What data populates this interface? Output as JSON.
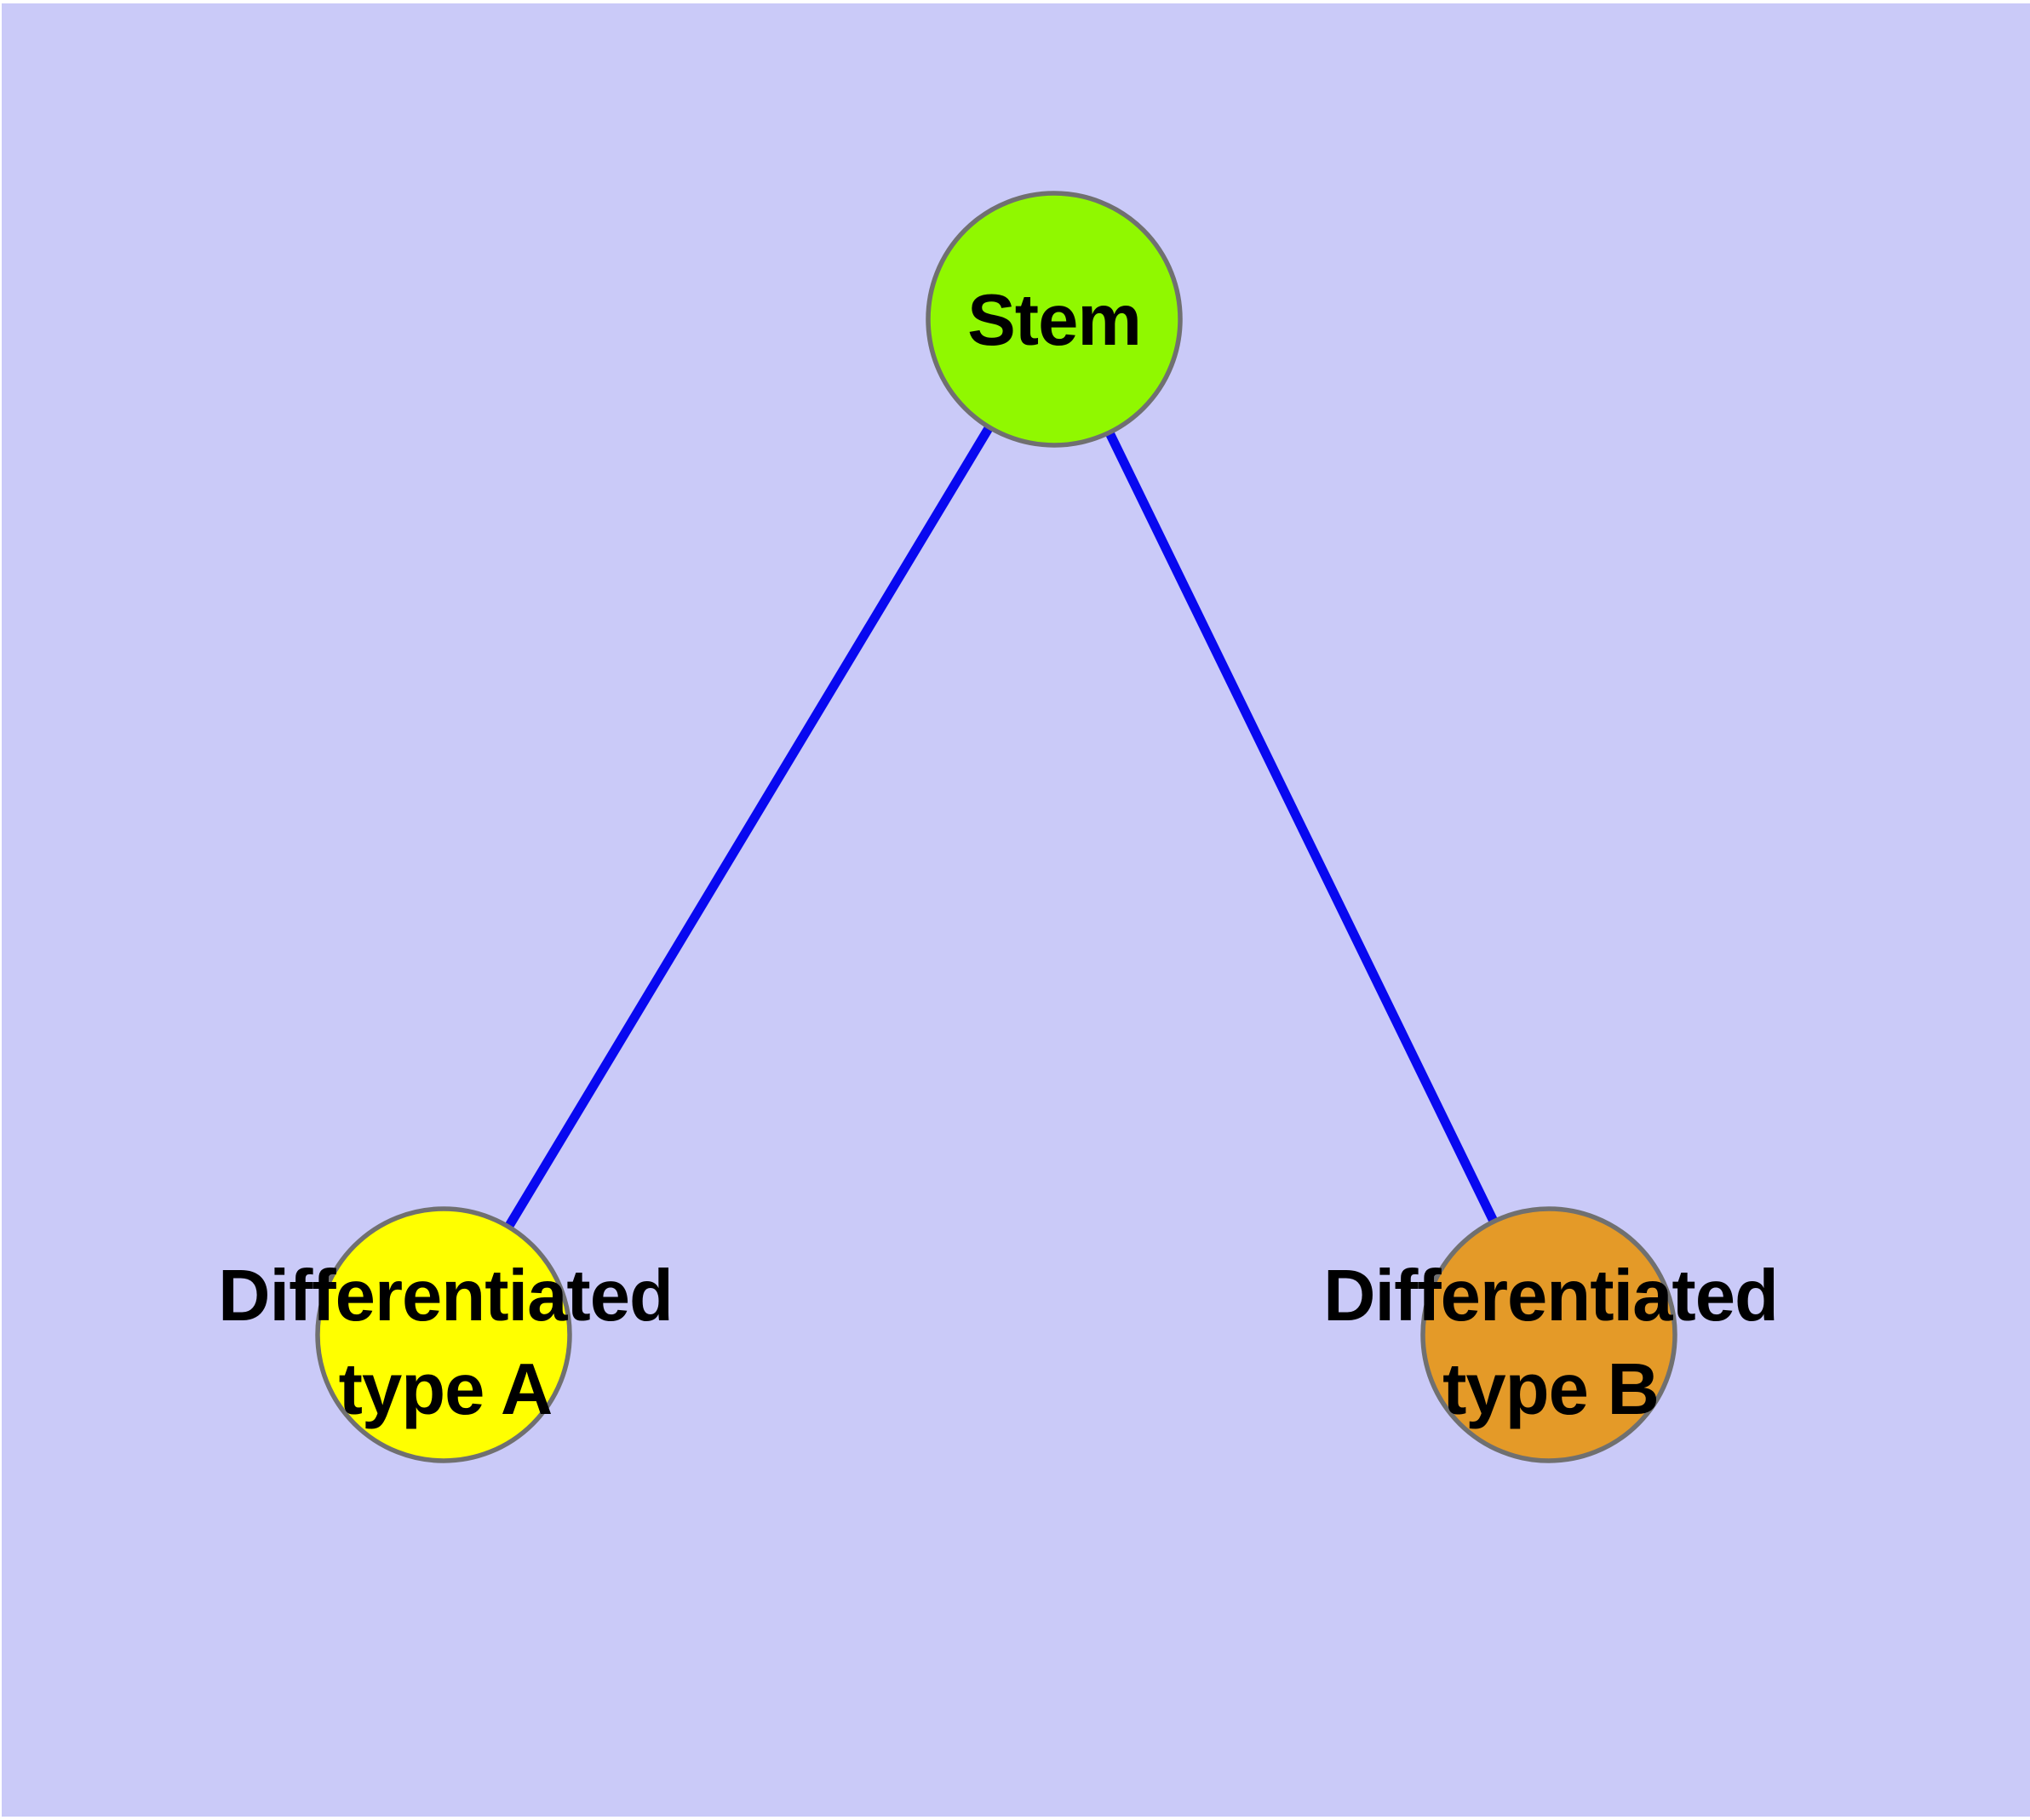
{
  "diagram": {
    "type": "node-link-graph",
    "background_color": "#cacaf8",
    "page_margin_color": "#ffffff",
    "edge_color": "#0808f0",
    "node_border_color": "#707070",
    "nodes": [
      {
        "id": "stem",
        "label": "Stem",
        "color": "#90f800"
      },
      {
        "id": "diff-a",
        "label": "Differentiated\ntype A",
        "color": "#ffff00"
      },
      {
        "id": "diff-b",
        "label": "Differentiated\ntype B",
        "color": "#e49a28"
      }
    ],
    "edges": [
      {
        "from": "Stem",
        "to": "Differentiated type A"
      },
      {
        "from": "Stem",
        "to": "Differentiated type B"
      }
    ]
  }
}
